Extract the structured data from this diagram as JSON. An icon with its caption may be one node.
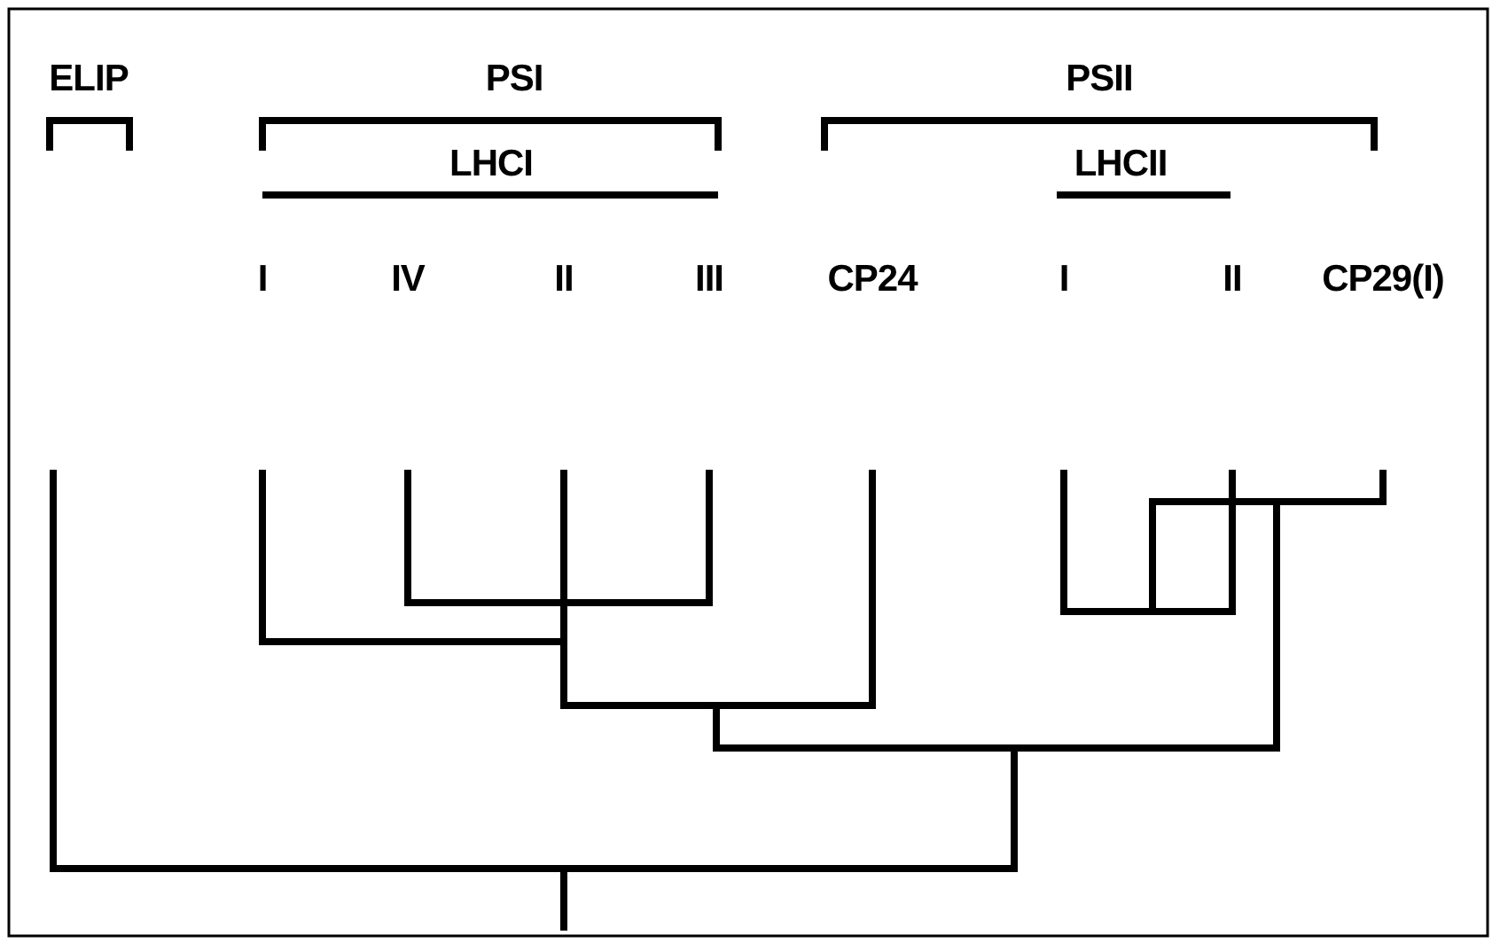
{
  "diagram": {
    "labels": [
      "ELIP",
      "PSI",
      "PSII",
      "LHCI",
      "LHCII",
      "I",
      "IV",
      "II",
      "III",
      "CP24",
      "I",
      "II",
      "CP29(I)"
    ]
  }
}
